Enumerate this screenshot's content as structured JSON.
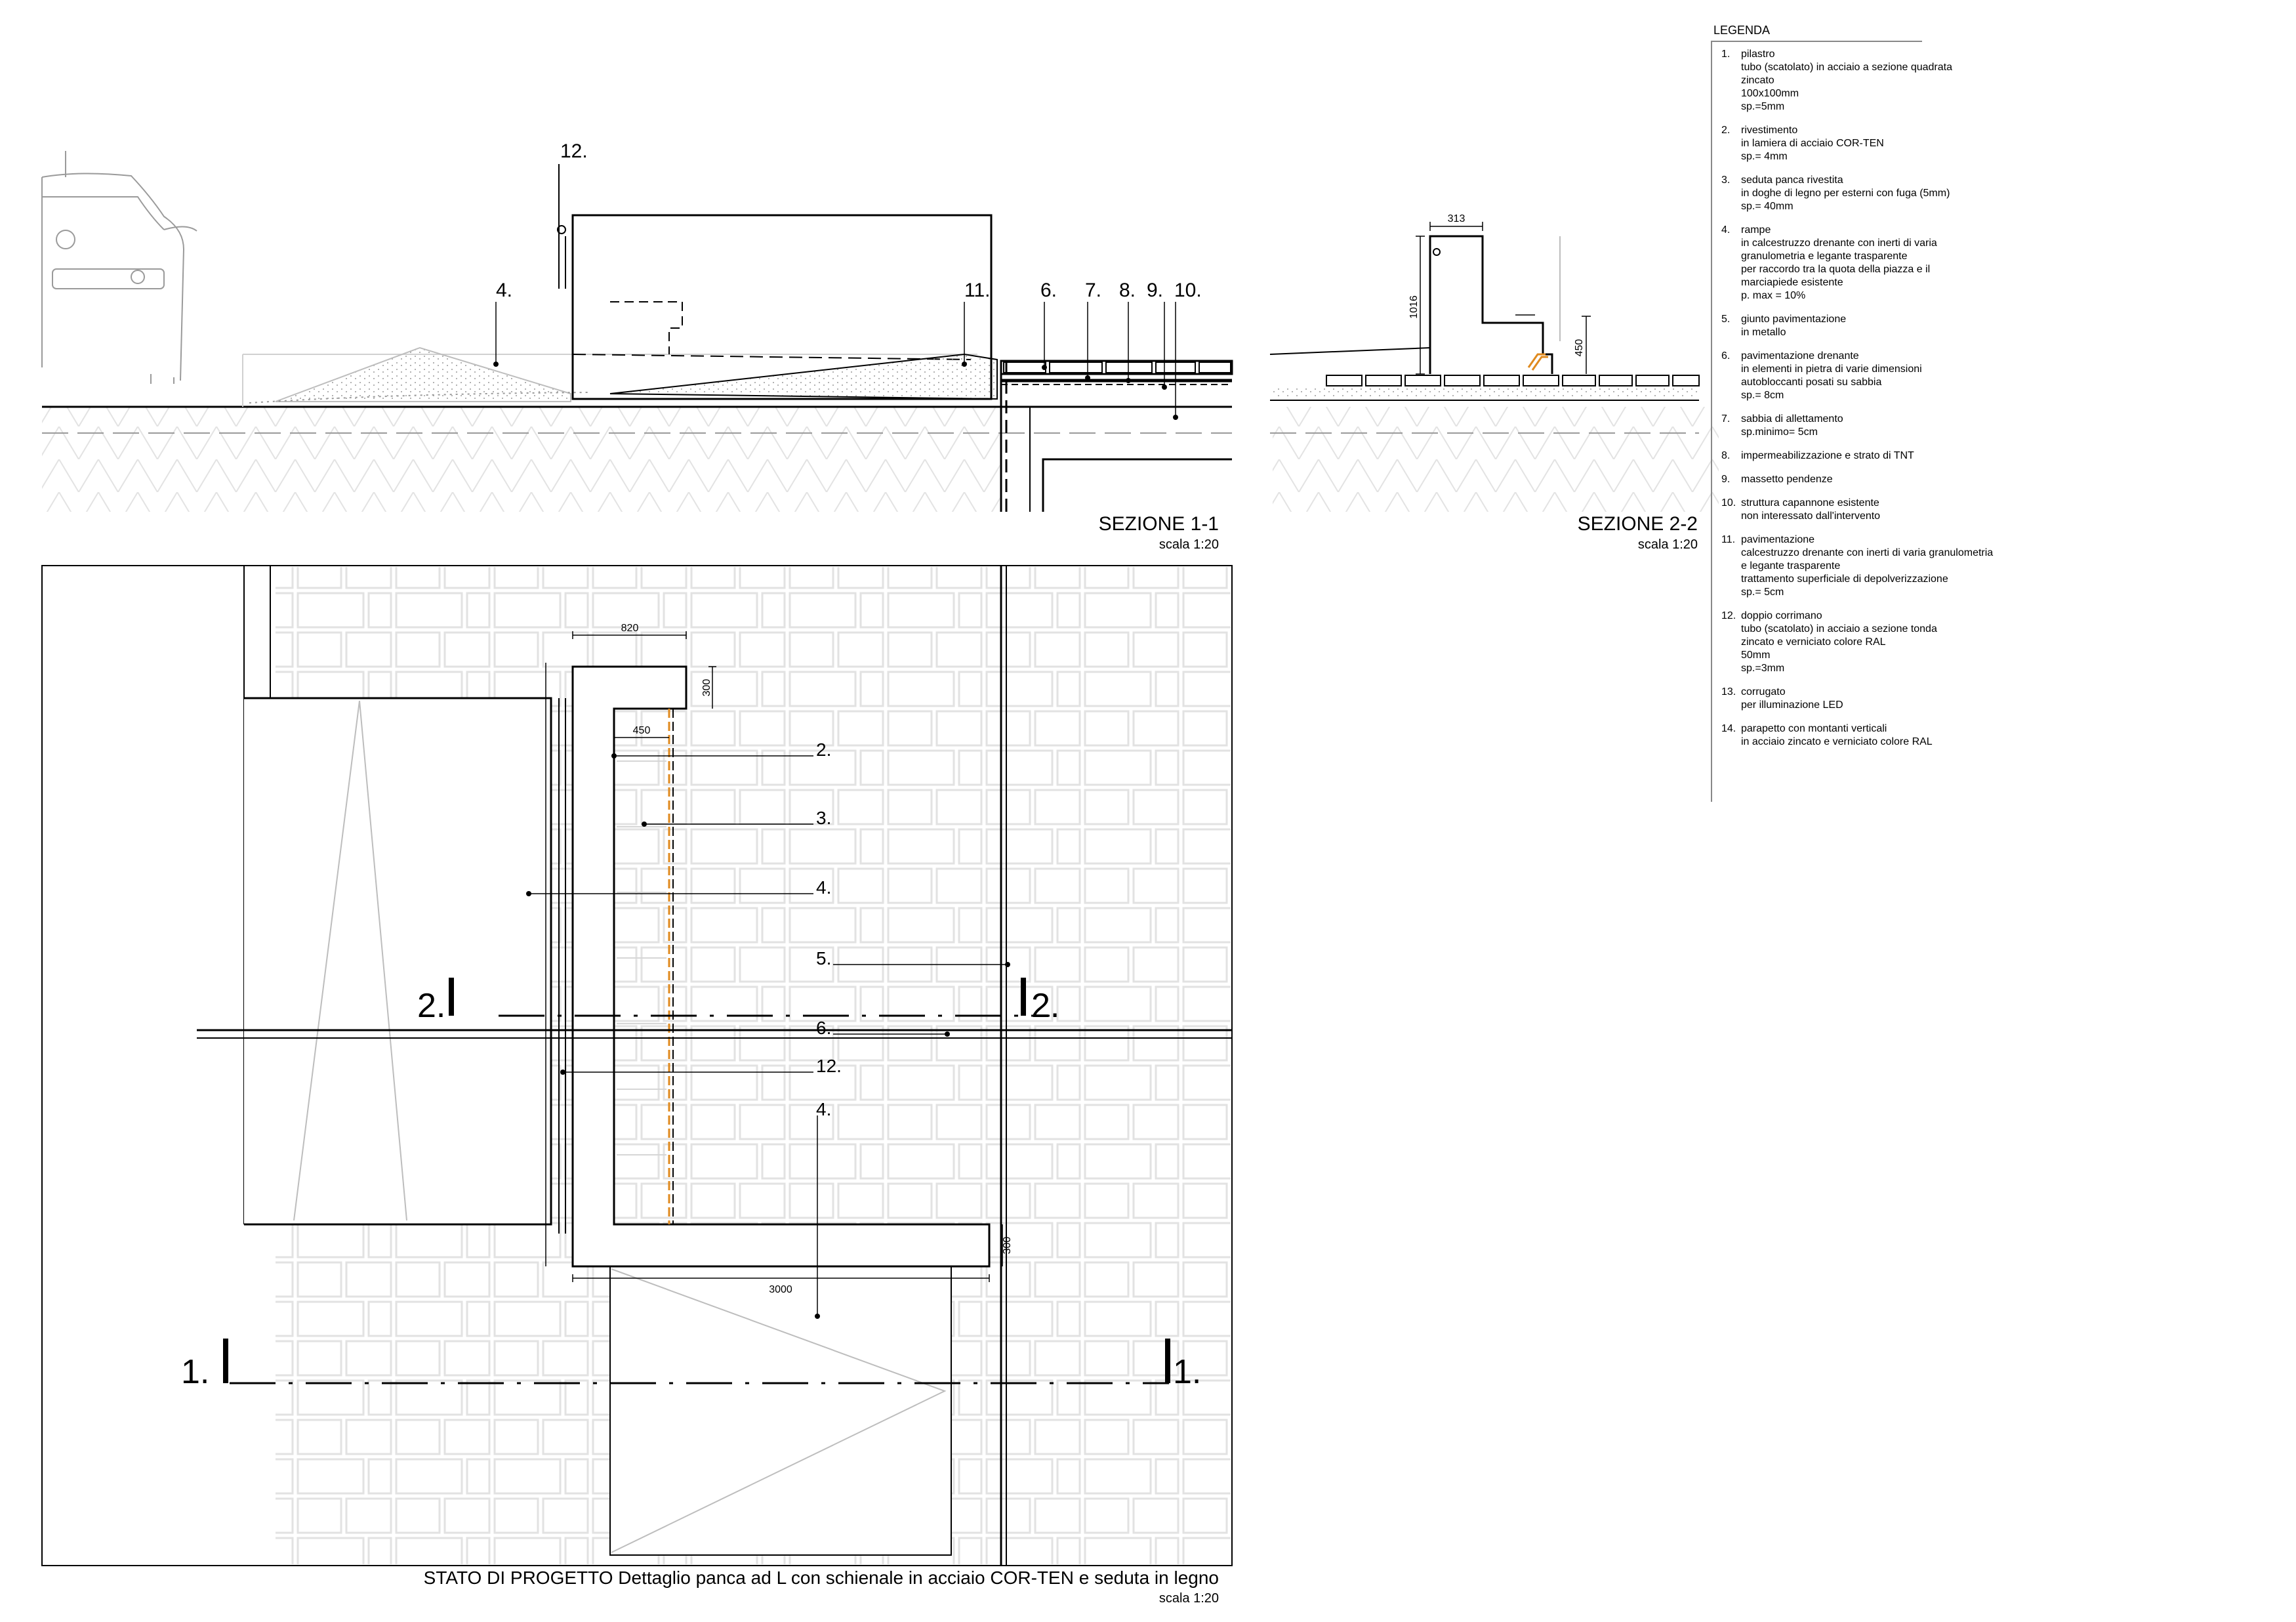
{
  "legend": {
    "title": "LEGENDA",
    "items": [
      {
        "num": "1.",
        "title": "pilastro",
        "lines": [
          "tubo (scatolato) in acciaio a sezione quadrata",
          "zincato",
          "100x100mm",
          "sp.=5mm"
        ]
      },
      {
        "num": "2.",
        "title": "rivestimento",
        "lines": [
          "in lamiera di acciaio COR-TEN",
          "sp.= 4mm"
        ]
      },
      {
        "num": "3.",
        "title": "seduta panca  rivestita",
        "lines": [
          "in doghe di legno per esterni con fuga (5mm)",
          "sp.= 40mm"
        ]
      },
      {
        "num": "4.",
        "title": "rampe",
        "lines": [
          "in calcestruzzo drenante con inerti di varia",
          "granulometria e legante trasparente",
          "per raccordo tra la quota della piazza e il",
          "marciapiede esistente",
          "p. max = 10%"
        ]
      },
      {
        "num": "5.",
        "title": "giunto pavimentazione",
        "lines": [
          "in metallo"
        ]
      },
      {
        "num": "6.",
        "title": "pavimentazione drenante",
        "lines": [
          "in elementi in pietra di varie dimensioni",
          "autobloccanti posati su sabbia",
          "sp.= 8cm"
        ]
      },
      {
        "num": "7.",
        "title": "sabbia di allettamento",
        "lines": [
          "sp.minimo= 5cm"
        ]
      },
      {
        "num": "8.",
        "title": "impermeabilizzazione e strato di TNT",
        "lines": []
      },
      {
        "num": "9.",
        "title": "massetto pendenze",
        "lines": []
      },
      {
        "num": "10.",
        "title": "struttura capannone esistente",
        "lines": [
          "non interessato dall'intervento"
        ]
      },
      {
        "num": "11.",
        "title": "pavimentazione",
        "lines": [
          "calcestruzzo drenante con inerti di varia granulometria",
          "e legante trasparente",
          "trattamento superficiale di depolverizzazione",
          "sp.= 5cm"
        ]
      },
      {
        "num": "12.",
        "title": "doppio corrimano",
        "lines": [
          "tubo (scatolato) in acciaio a sezione tonda",
          "zincato e verniciato colore RAL",
          "50mm",
          "sp.=3mm"
        ]
      },
      {
        "num": "13.",
        "title": "corrugato",
        "lines": [
          "per illuminazione LED"
        ]
      },
      {
        "num": "14.",
        "title": "parapetto con montanti verticali",
        "lines": [
          "in acciaio zincato e verniciato colore RAL"
        ]
      }
    ]
  },
  "section11": {
    "title": "SEZIONE 1-1",
    "scale": "scala 1:20",
    "labels": [
      "12.",
      "4.",
      "11.",
      "6.",
      "7.",
      "8.",
      "9.",
      "10."
    ]
  },
  "section22": {
    "title": "SEZIONE 2-2",
    "scale": "scala 1:20",
    "dims": [
      "313",
      "1016",
      "450"
    ]
  },
  "plan": {
    "title": "STATO DI PROGETTO Dettaglio panca ad L con schienale in acciaio COR-TEN e seduta in legno",
    "scale": "scala 1:20",
    "dims": [
      "820",
      "300",
      "450",
      "3000",
      "300"
    ],
    "labels": [
      "2.",
      "3.",
      "4.",
      "5.",
      "6.",
      "12.",
      "4."
    ],
    "section_marks": [
      "2.",
      "2.",
      "1.",
      "1."
    ]
  },
  "colors": {
    "line": "#000000",
    "light": "#bdbdbd",
    "corten": "#e08a1e"
  }
}
